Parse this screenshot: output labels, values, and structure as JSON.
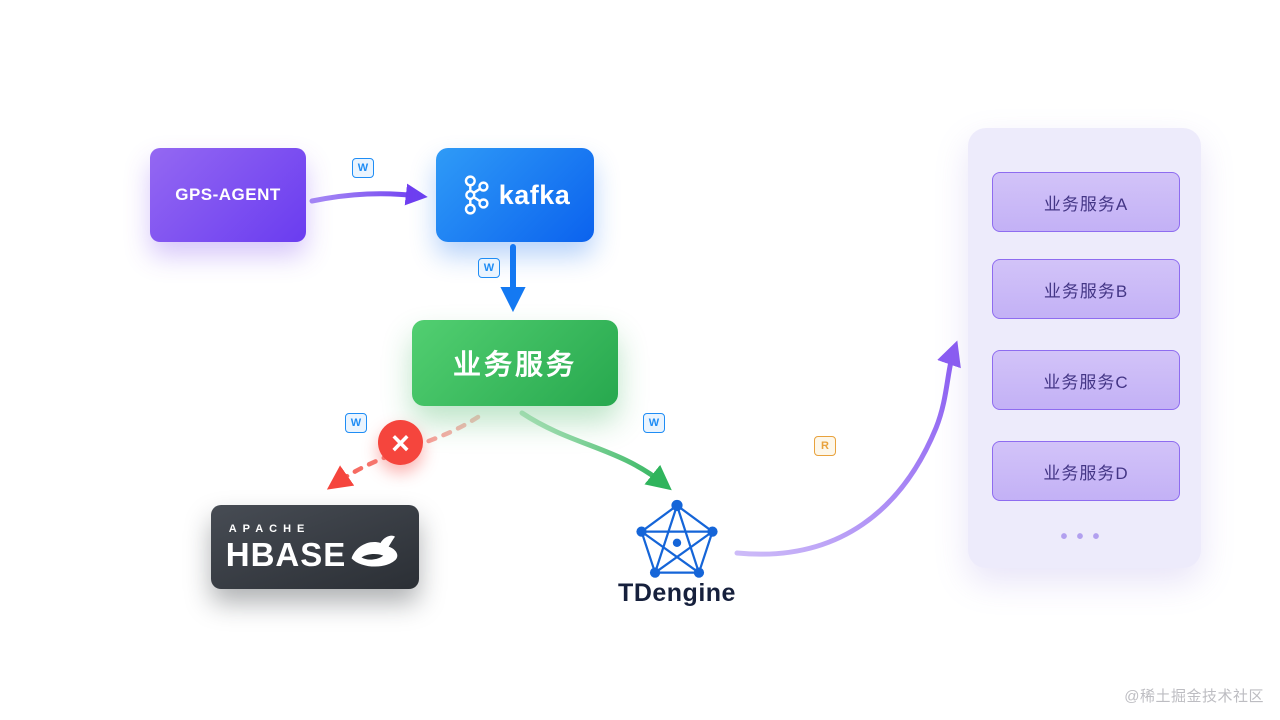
{
  "nodes": {
    "gps_agent": {
      "label": "GPS-AGENT"
    },
    "kafka": {
      "label": "kafka"
    },
    "business_service": {
      "label": "业务服务"
    },
    "hbase": {
      "label_top": "APACHE",
      "label_main": "HBASE"
    },
    "tdengine": {
      "label": "TDengine"
    }
  },
  "edges": {
    "gps_to_kafka": {
      "label": "W"
    },
    "kafka_to_business": {
      "label": "W"
    },
    "business_to_hbase": {
      "label": "W",
      "blocked": true
    },
    "business_to_tdengine": {
      "label": "W"
    },
    "tdengine_to_panel": {
      "label": "R"
    }
  },
  "blocked_marker": "×",
  "services_panel": {
    "items": [
      {
        "label": "业务服务A"
      },
      {
        "label": "业务服务B"
      },
      {
        "label": "业务服务C"
      },
      {
        "label": "业务服务D"
      }
    ],
    "more_dots": "•••"
  },
  "watermark": "@稀土掘金技术社区",
  "colors": {
    "purple": "#6f3ff0",
    "blue": "#1479f2",
    "green": "#2fb45c",
    "red": "#f5453d",
    "violet": "#8a5cf2",
    "amber": "#e8a23d",
    "panel_bg": "#edebfb",
    "navy": "#16203c"
  }
}
